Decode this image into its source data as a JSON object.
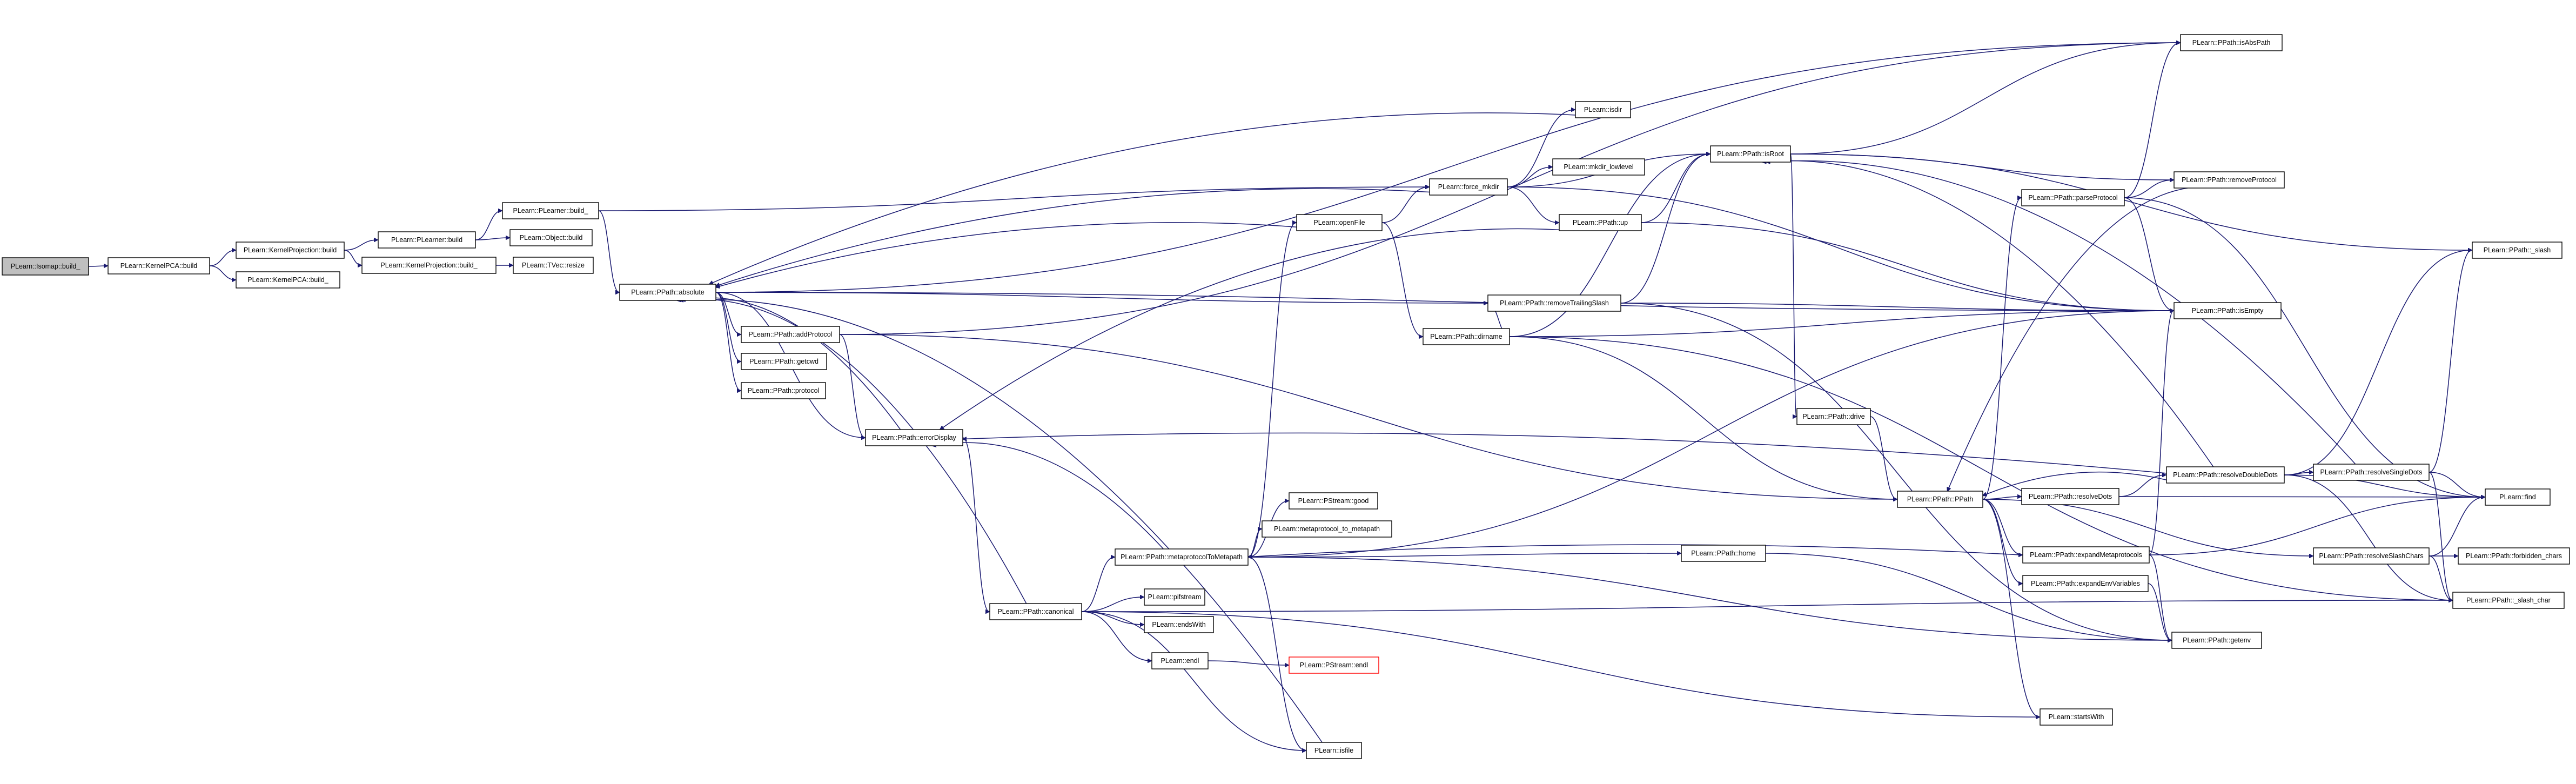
{
  "colors": {
    "edge": "#191970",
    "root_fill": "#bfbfbf",
    "node_fill": "#ffffff",
    "node_border": "#000000",
    "unresolved_border": "#ff0000"
  },
  "graph": {
    "root": "PLearn::Isomap::build_",
    "nodes": {
      "isomap_build_": {
        "label": "PLearn::Isomap::build_",
        "style": "root"
      },
      "kpca_build": {
        "label": "PLearn::KernelPCA::build"
      },
      "kpca_build_": {
        "label": "PLearn::KernelPCA::build_"
      },
      "kproj_build": {
        "label": "PLearn::KernelProjection::build"
      },
      "kproj_build_": {
        "label": "PLearn::KernelProjection::build_"
      },
      "plearner_build": {
        "label": "PLearn::PLearner::build"
      },
      "object_build": {
        "label": "PLearn::Object::build"
      },
      "tvec_resize": {
        "label": "PLearn::TVec::resize"
      },
      "plearner_build_": {
        "label": "PLearn::PLearner::build_"
      },
      "absolute": {
        "label": "PLearn::PPath::absolute"
      },
      "addProtocol": {
        "label": "PLearn::PPath::addProtocol"
      },
      "getcwd": {
        "label": "PLearn::PPath::getcwd"
      },
      "protocol": {
        "label": "PLearn::PPath::protocol"
      },
      "errorDisplay": {
        "label": "PLearn::PPath::errorDisplay"
      },
      "canonical": {
        "label": "PLearn::PPath::canonical"
      },
      "metaprotocolToMetapath": {
        "label": "PLearn::PPath::metaprotocolToMetapath"
      },
      "pstream_good": {
        "label": "PLearn::PStream::good"
      },
      "metaprotocol_to_metapath": {
        "label": "PLearn::metaprotocol_to_metapath"
      },
      "pifstream": {
        "label": "PLearn::pifstream"
      },
      "endsWith": {
        "label": "PLearn::endsWith"
      },
      "endl": {
        "label": "PLearn::endl"
      },
      "pstream_endl": {
        "label": "PLearn::PStream::endl",
        "style": "red"
      },
      "isfile": {
        "label": "PLearn::isfile"
      },
      "openFile": {
        "label": "PLearn::openFile"
      },
      "force_mkdir": {
        "label": "PLearn::force_mkdir"
      },
      "isdir": {
        "label": "PLearn::isdir"
      },
      "mkdir_lowlevel": {
        "label": "PLearn::mkdir_lowlevel"
      },
      "up": {
        "label": "PLearn::PPath::up"
      },
      "dirname": {
        "label": "PLearn::PPath::dirname"
      },
      "removeTrailingSlash": {
        "label": "PLearn::PPath::removeTrailingSlash"
      },
      "isRoot": {
        "label": "PLearn::PPath::isRoot"
      },
      "drive": {
        "label": "PLearn::PPath::drive"
      },
      "ppath": {
        "label": "PLearn::PPath::PPath"
      },
      "home": {
        "label": "PLearn::PPath::home"
      },
      "parseProtocol": {
        "label": "PLearn::PPath::parseProtocol"
      },
      "removeProtocol": {
        "label": "PLearn::PPath::removeProtocol"
      },
      "isAbsPath": {
        "label": "PLearn::PPath::isAbsPath"
      },
      "isEmpty": {
        "label": "PLearn::PPath::isEmpty"
      },
      "resolveDots": {
        "label": "PLearn::PPath::resolveDots"
      },
      "expandMetaprotocols": {
        "label": "PLearn::PPath::expandMetaprotocols"
      },
      "expandEnvVariables": {
        "label": "PLearn::PPath::expandEnvVariables"
      },
      "startsWith": {
        "label": "PLearn::startsWith"
      },
      "getenv": {
        "label": "PLearn::PPath::getenv"
      },
      "resolveDoubleDots": {
        "label": "PLearn::PPath::resolveDoubleDots"
      },
      "resolveSingleDots": {
        "label": "PLearn::PPath::resolveSingleDots"
      },
      "resolveSlashChars": {
        "label": "PLearn::PPath::resolveSlashChars"
      },
      "forbidden_chars": {
        "label": "PLearn::PPath::forbidden_chars"
      },
      "slash": {
        "label": "PLearn::PPath::_slash"
      },
      "find": {
        "label": "PLearn::find"
      },
      "slash_char": {
        "label": "PLearn::PPath::_slash_char"
      }
    },
    "edges": [
      [
        "isomap_build_",
        "kpca_build"
      ],
      [
        "kpca_build",
        "kproj_build"
      ],
      [
        "kpca_build",
        "kpca_build_"
      ],
      [
        "kproj_build",
        "plearner_build"
      ],
      [
        "kproj_build",
        "kproj_build_"
      ],
      [
        "kproj_build_",
        "tvec_resize"
      ],
      [
        "plearner_build",
        "plearner_build_"
      ],
      [
        "plearner_build",
        "object_build"
      ],
      [
        "plearner_build_",
        "absolute"
      ],
      [
        "plearner_build_",
        "force_mkdir"
      ],
      [
        "absolute",
        "isAbsPath"
      ],
      [
        "absolute",
        "addProtocol"
      ],
      [
        "absolute",
        "getcwd"
      ],
      [
        "absolute",
        "protocol"
      ],
      [
        "absolute",
        "errorDisplay"
      ],
      [
        "absolute",
        "isEmpty"
      ],
      [
        "absolute",
        "removeTrailingSlash"
      ],
      [
        "addProtocol",
        "isAbsPath"
      ],
      [
        "addProtocol",
        "errorDisplay"
      ],
      [
        "addProtocol",
        "ppath"
      ],
      [
        "errorDisplay",
        "canonical"
      ],
      [
        "errorDisplay",
        "absolute"
      ],
      [
        "canonical",
        "metaprotocolToMetapath"
      ],
      [
        "canonical",
        "pifstream"
      ],
      [
        "canonical",
        "endsWith"
      ],
      [
        "canonical",
        "endl"
      ],
      [
        "canonical",
        "isfile"
      ],
      [
        "canonical",
        "startsWith"
      ],
      [
        "canonical",
        "slash_char"
      ],
      [
        "canonical",
        "absolute"
      ],
      [
        "metaprotocolToMetapath",
        "pstream_good"
      ],
      [
        "metaprotocolToMetapath",
        "metaprotocol_to_metapath"
      ],
      [
        "metaprotocolToMetapath",
        "openFile"
      ],
      [
        "metaprotocolToMetapath",
        "errorDisplay"
      ],
      [
        "metaprotocolToMetapath",
        "home"
      ],
      [
        "metaprotocolToMetapath",
        "isfile"
      ],
      [
        "metaprotocolToMetapath",
        "getenv"
      ],
      [
        "metaprotocolToMetapath",
        "isEmpty"
      ],
      [
        "endl",
        "pstream_endl"
      ],
      [
        "isfile",
        "absolute"
      ],
      [
        "openFile",
        "force_mkdir"
      ],
      [
        "openFile",
        "dirname"
      ],
      [
        "openFile",
        "absolute"
      ],
      [
        "force_mkdir",
        "isdir"
      ],
      [
        "force_mkdir",
        "mkdir_lowlevel"
      ],
      [
        "force_mkdir",
        "up"
      ],
      [
        "force_mkdir",
        "isRoot"
      ],
      [
        "force_mkdir",
        "absolute"
      ],
      [
        "force_mkdir",
        "isEmpty"
      ],
      [
        "isdir",
        "absolute"
      ],
      [
        "up",
        "isRoot"
      ],
      [
        "up",
        "isEmpty"
      ],
      [
        "up",
        "errorDisplay"
      ],
      [
        "dirname",
        "isRoot"
      ],
      [
        "dirname",
        "removeTrailingSlash"
      ],
      [
        "dirname",
        "ppath"
      ],
      [
        "dirname",
        "isEmpty"
      ],
      [
        "dirname",
        "slash_char"
      ],
      [
        "removeTrailingSlash",
        "isRoot"
      ],
      [
        "removeTrailingSlash",
        "isEmpty"
      ],
      [
        "removeTrailingSlash",
        "getenv"
      ],
      [
        "isRoot",
        "isAbsPath"
      ],
      [
        "isRoot",
        "removeProtocol"
      ],
      [
        "isRoot",
        "drive"
      ],
      [
        "isRoot",
        "slash"
      ],
      [
        "drive",
        "ppath"
      ],
      [
        "ppath",
        "parseProtocol"
      ],
      [
        "ppath",
        "resolveDots"
      ],
      [
        "ppath",
        "expandMetaprotocols"
      ],
      [
        "ppath",
        "expandEnvVariables"
      ],
      [
        "ppath",
        "resolveSlashChars"
      ],
      [
        "ppath",
        "startsWith"
      ],
      [
        "home",
        "getenv"
      ],
      [
        "parseProtocol",
        "isAbsPath"
      ],
      [
        "parseProtocol",
        "removeProtocol"
      ],
      [
        "parseProtocol",
        "isEmpty"
      ],
      [
        "parseProtocol",
        "find"
      ],
      [
        "removeProtocol",
        "ppath"
      ],
      [
        "resolveDots",
        "resolveDoubleDots"
      ],
      [
        "resolveDots",
        "find"
      ],
      [
        "expandMetaprotocols",
        "metaprotocolToMetapath"
      ],
      [
        "expandMetaprotocols",
        "isEmpty"
      ],
      [
        "expandMetaprotocols",
        "getenv"
      ],
      [
        "expandMetaprotocols",
        "find"
      ],
      [
        "expandEnvVariables",
        "getenv"
      ],
      [
        "resolveDoubleDots",
        "resolveSingleDots"
      ],
      [
        "resolveDoubleDots",
        "isRoot"
      ],
      [
        "resolveDoubleDots",
        "slash"
      ],
      [
        "resolveDoubleDots",
        "slash_char"
      ],
      [
        "resolveDoubleDots",
        "find"
      ],
      [
        "resolveDoubleDots",
        "ppath"
      ],
      [
        "resolveDoubleDots",
        "errorDisplay"
      ],
      [
        "resolveSingleDots",
        "slash"
      ],
      [
        "resolveSingleDots",
        "find"
      ],
      [
        "resolveSingleDots",
        "slash_char"
      ],
      [
        "resolveSingleDots",
        "isRoot"
      ],
      [
        "resolveSlashChars",
        "forbidden_chars"
      ],
      [
        "resolveSlashChars",
        "slash_char"
      ],
      [
        "resolveSlashChars",
        "find"
      ]
    ]
  }
}
